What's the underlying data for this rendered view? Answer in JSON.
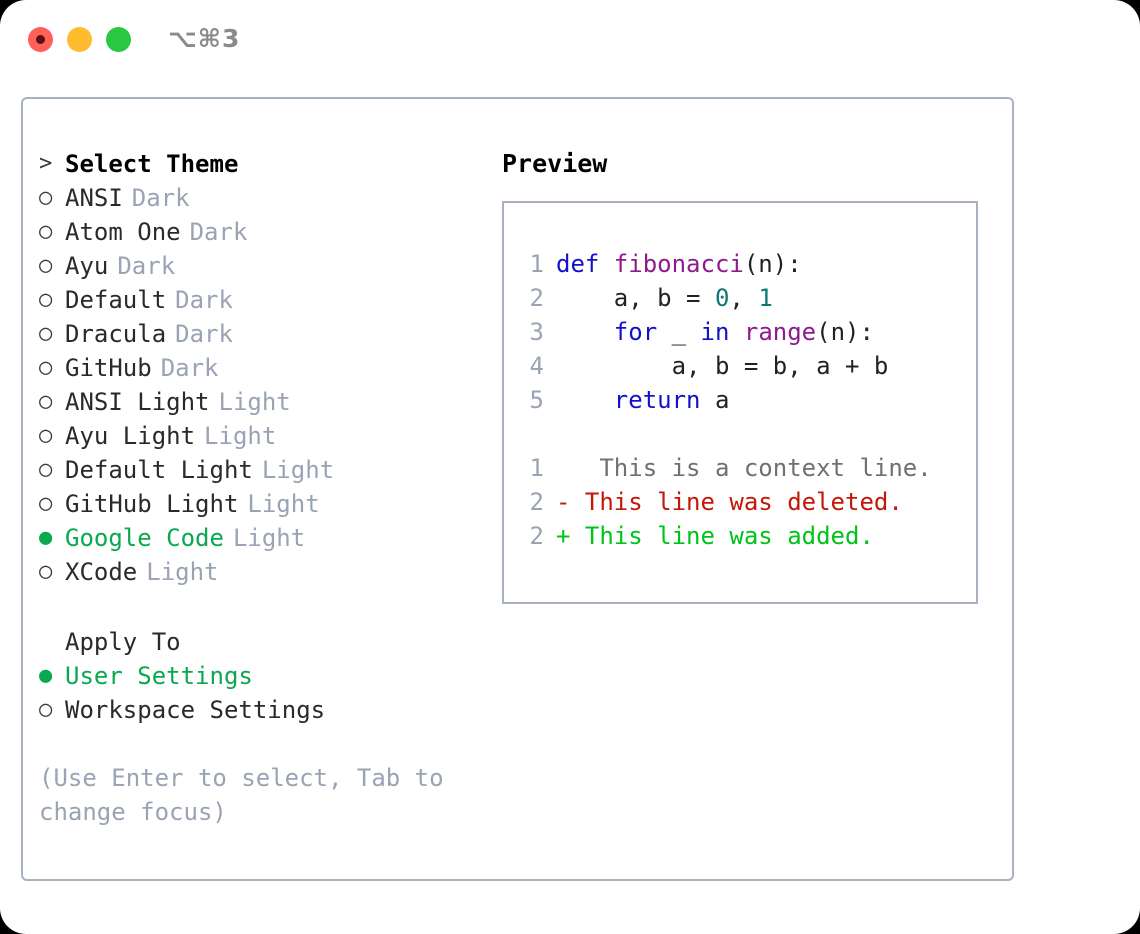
{
  "window": {
    "shortcut": "⌥⌘3",
    "traffic_lights": [
      {
        "name": "close-button",
        "color": "#ff6058"
      },
      {
        "name": "minimize-button",
        "color": "#febc2e"
      },
      {
        "name": "maximize-button",
        "color": "#28c840"
      }
    ],
    "border_color": "#a8b1c1"
  },
  "theme_picker": {
    "header_marker": ">",
    "header_label": "Select Theme",
    "selected_marker": "●",
    "unselected_marker": "○",
    "selected_color": "#0aa84f",
    "variant_color": "#9aa3b4",
    "items": [
      {
        "marker": "○",
        "label": "ANSI",
        "variant": "Dark",
        "selected": false
      },
      {
        "marker": "○",
        "label": "Atom One",
        "variant": "Dark",
        "selected": false
      },
      {
        "marker": "○",
        "label": "Ayu",
        "variant": "Dark",
        "selected": false
      },
      {
        "marker": "○",
        "label": "Default",
        "variant": "Dark",
        "selected": false
      },
      {
        "marker": "○",
        "label": "Dracula",
        "variant": "Dark",
        "selected": false
      },
      {
        "marker": "○",
        "label": "GitHub",
        "variant": "Dark",
        "selected": false
      },
      {
        "marker": "○",
        "label": "ANSI Light",
        "variant": "Light",
        "selected": false
      },
      {
        "marker": "○",
        "label": "Ayu Light",
        "variant": "Light",
        "selected": false
      },
      {
        "marker": "○",
        "label": "Default Light",
        "variant": "Light",
        "selected": false
      },
      {
        "marker": "○",
        "label": "GitHub Light",
        "variant": "Light",
        "selected": false
      },
      {
        "marker": "●",
        "label": "Google Code",
        "variant": "Light",
        "selected": true
      },
      {
        "marker": "○",
        "label": "XCode",
        "variant": "Light",
        "selected": false
      }
    ]
  },
  "apply_to": {
    "header_label": "Apply To",
    "options": [
      {
        "marker": "●",
        "label": "User Settings",
        "selected": true
      },
      {
        "marker": "○",
        "label": "Workspace Settings",
        "selected": false
      }
    ]
  },
  "hint": {
    "text": "(Use Enter to select, Tab to change focus)"
  },
  "preview": {
    "title": "Preview",
    "code_lines": [
      {
        "number": "1",
        "tokens": [
          {
            "text": "def ",
            "type": "kw"
          },
          {
            "text": "fibonacci",
            "type": "fn"
          },
          {
            "text": "(n):",
            "type": "pl"
          }
        ]
      },
      {
        "number": "2",
        "tokens": [
          {
            "text": "    a, b = ",
            "type": "pl"
          },
          {
            "text": "0",
            "type": "num"
          },
          {
            "text": ", ",
            "type": "pl"
          },
          {
            "text": "1",
            "type": "num"
          }
        ]
      },
      {
        "number": "3",
        "tokens": [
          {
            "text": "    ",
            "type": "pl"
          },
          {
            "text": "for",
            "type": "kw"
          },
          {
            "text": " _ ",
            "type": "pl"
          },
          {
            "text": "in",
            "type": "kw"
          },
          {
            "text": " ",
            "type": "pl"
          },
          {
            "text": "range",
            "type": "fn"
          },
          {
            "text": "(n):",
            "type": "pl"
          }
        ]
      },
      {
        "number": "4",
        "tokens": [
          {
            "text": "        a, b = b, a + b",
            "type": "pl"
          }
        ]
      },
      {
        "number": "5",
        "tokens": [
          {
            "text": "    ",
            "type": "pl"
          },
          {
            "text": "return",
            "type": "kw"
          },
          {
            "text": " a",
            "type": "pl"
          }
        ]
      }
    ],
    "diff_lines": [
      {
        "number": "1",
        "sign": " ",
        "text": "  This is a context line.",
        "type": "ctx"
      },
      {
        "number": "2",
        "sign": "-",
        "text": " This line was deleted.",
        "type": "del"
      },
      {
        "number": "2",
        "sign": "+",
        "text": " This line was added.",
        "type": "add"
      }
    ],
    "syntax_colors": {
      "keyword": "#1212c8",
      "function": "#8e1b8e",
      "number": "#0b7a75",
      "plain": "#222222",
      "line_number": "#9aa3b4",
      "diff_context": "#707070",
      "diff_deleted": "#c21807",
      "diff_added": "#00c31a"
    }
  }
}
